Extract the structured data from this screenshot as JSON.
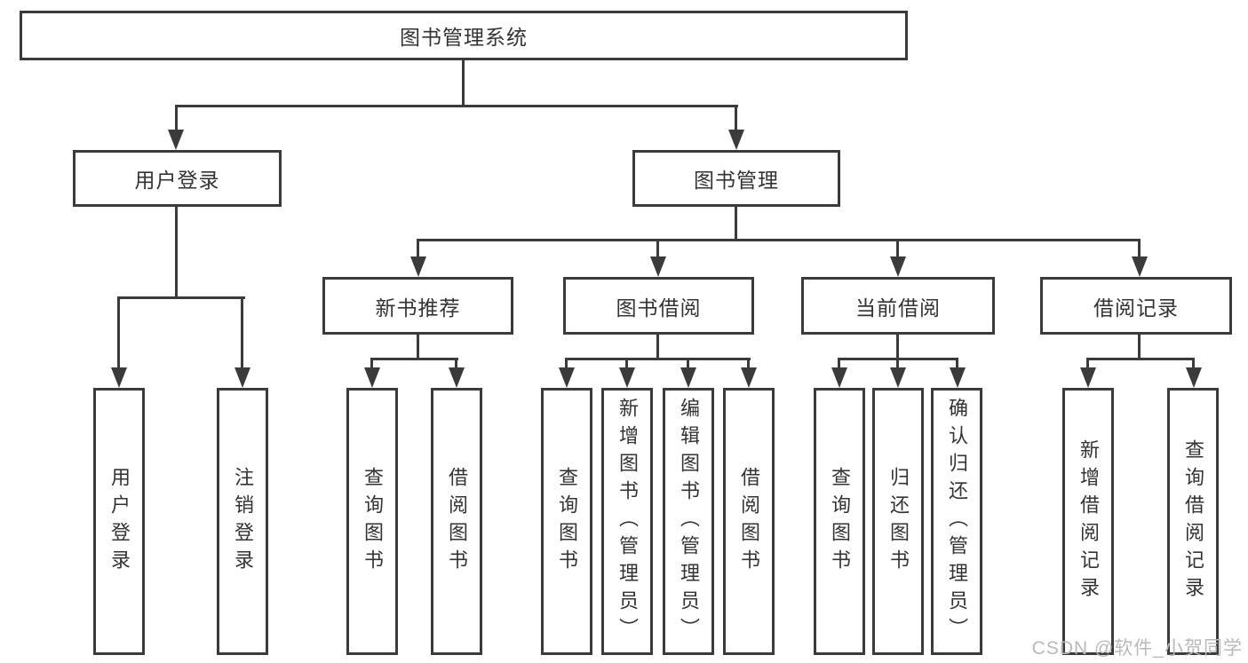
{
  "watermark": "CSDN @软件_小贺同学",
  "colors": {
    "line": "#3b3b3b",
    "text": "#333333",
    "background": "#ffffff",
    "watermark": "#b9b9b9"
  },
  "tree": {
    "label": "图书管理系统",
    "children": [
      {
        "label": "用户登录",
        "children": [
          {
            "label": "用户登录"
          },
          {
            "label": "注销登录"
          }
        ]
      },
      {
        "label": "图书管理",
        "children": [
          {
            "label": "新书推荐",
            "children": [
              {
                "label": "查询图书"
              },
              {
                "label": "借阅图书"
              }
            ]
          },
          {
            "label": "图书借阅",
            "children": [
              {
                "label": "查询图书"
              },
              {
                "label": "新增图书（管理员）"
              },
              {
                "label": "编辑图书（管理员）"
              },
              {
                "label": "借阅图书"
              }
            ]
          },
          {
            "label": "当前借阅",
            "children": [
              {
                "label": "查询图书"
              },
              {
                "label": "归还图书"
              },
              {
                "label": "确认归还（管理员）"
              }
            ]
          },
          {
            "label": "借阅记录",
            "children": [
              {
                "label": "新增借阅记录"
              },
              {
                "label": "查询借阅记录"
              }
            ]
          }
        ]
      }
    ]
  }
}
